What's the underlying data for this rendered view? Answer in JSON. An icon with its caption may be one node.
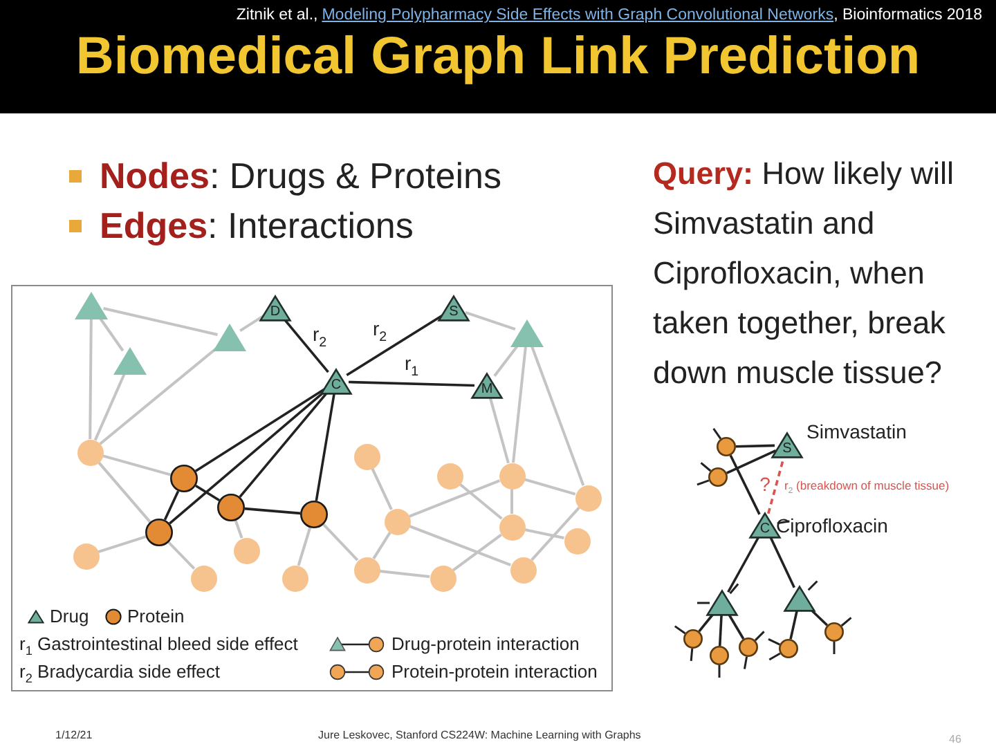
{
  "diagram": {
    "title": "Biomedical Graph Link Prediction",
    "nodes": [
      {
        "text": [],
        "shape": "triangle"
      },
      {
        "text": [
          "D"
        ]
      },
      {
        "text": [
          "S"
        ]
      },
      {
        "text": [],
        "shape": "triangle"
      },
      {
        "text": [],
        "shape": "triangle"
      },
      {
        "text": [],
        "shape": "triangle"
      },
      {
        "text": [
          "C"
        ]
      },
      {
        "text": [
          "M"
        ]
      },
      {
        "text": [],
        "shape": "circle"
      },
      {
        "text": [],
        "shape": "circle"
      },
      {
        "text": [],
        "shape": "circle"
      },
      {
        "text": [],
        "shape": "circle"
      },
      {
        "text": [],
        "shape": "circle"
      },
      {
        "text": [],
        "shape": "circle"
      },
      {
        "text": [],
        "shape": "circle"
      },
      {
        "text": [],
        "shape": "circle"
      },
      {
        "text": [],
        "shape": "circle"
      },
      {
        "text": [],
        "shape": "circle"
      },
      {
        "text": [],
        "shape": "circle"
      },
      {
        "text": [],
        "shape": "circle"
      },
      {
        "text": [],
        "shape": "circle"
      },
      {
        "text": [],
        "shape": "circle"
      },
      {
        "text": [],
        "shape": "circle"
      },
      {
        "text": [],
        "shape": "circle"
      },
      {
        "text": [],
        "shape": "circle"
      },
      {
        "text": [],
        "shape": "circle"
      },
      {
        "text": [],
        "shape": "circle"
      },
      {
        "text": [
          "S"
        ],
        "beside": [
          "Simvastatin"
        ]
      },
      {
        "text": [],
        "shape": "circle"
      },
      {
        "text": [],
        "shape": "circle"
      },
      {
        "text": [
          "C"
        ],
        "beside": [
          "Ciprofloxacin"
        ]
      },
      {
        "text": [],
        "shape": "triangle"
      },
      {
        "text": [],
        "shape": "triangle"
      },
      {
        "text": [],
        "shape": "circle"
      },
      {
        "text": [],
        "shape": "circle"
      },
      {
        "text": [],
        "shape": "circle"
      },
      {
        "text": [],
        "shape": "circle"
      },
      {
        "text": [],
        "shape": "circle"
      }
    ],
    "edges": [
      {
        "from": 0,
        "to": 3,
        "arrow": "none"
      },
      {
        "from": 0,
        "to": 4,
        "arrow": "none"
      },
      {
        "from": 0,
        "to": 8,
        "arrow": "none"
      },
      {
        "from": 3,
        "to": 8,
        "arrow": "none"
      },
      {
        "from": 4,
        "to": 8,
        "arrow": "none"
      },
      {
        "from": 4,
        "to": 1,
        "arrow": "none"
      },
      {
        "from": 2,
        "to": 5,
        "arrow": "none"
      },
      {
        "from": 5,
        "to": 7,
        "arrow": "none"
      },
      {
        "from": 5,
        "to": 11,
        "arrow": "none"
      },
      {
        "from": 5,
        "to": 13,
        "arrow": "none"
      },
      {
        "from": 7,
        "to": 11,
        "arrow": "none"
      },
      {
        "from": 8,
        "to": 12,
        "arrow": "none"
      },
      {
        "from": 8,
        "to": 18,
        "arrow": "none"
      },
      {
        "from": 18,
        "to": 24,
        "arrow": "none"
      },
      {
        "from": 18,
        "to": 21,
        "arrow": "none"
      },
      {
        "from": 14,
        "to": 20,
        "arrow": "none"
      },
      {
        "from": 15,
        "to": 25,
        "arrow": "none"
      },
      {
        "from": 15,
        "to": 22,
        "arrow": "none"
      },
      {
        "from": 9,
        "to": 16,
        "arrow": "none"
      },
      {
        "from": 16,
        "to": 11,
        "arrow": "none"
      },
      {
        "from": 10,
        "to": 17,
        "arrow": "none"
      },
      {
        "from": 11,
        "to": 17,
        "arrow": "none"
      },
      {
        "from": 11,
        "to": 13,
        "arrow": "none"
      },
      {
        "from": 17,
        "to": 19,
        "arrow": "none"
      },
      {
        "from": 17,
        "to": 26,
        "arrow": "none"
      },
      {
        "from": 16,
        "to": 23,
        "arrow": "none"
      },
      {
        "from": 13,
        "to": 23,
        "arrow": "none"
      },
      {
        "from": 22,
        "to": 26,
        "arrow": "none"
      },
      {
        "from": 22,
        "to": 16,
        "arrow": "none"
      },
      {
        "from": 1,
        "to": 6,
        "arrow": "none",
        "label": "r$_{2}$",
        "color": "#222222"
      },
      {
        "from": 2,
        "to": 6,
        "arrow": "none",
        "label": "r$_{2}$",
        "color": "#222222"
      },
      {
        "from": 6,
        "to": 7,
        "arrow": "none",
        "label": "r$_{1}$",
        "color": "#222222"
      },
      {
        "from": 6,
        "to": 12,
        "arrow": "none",
        "color": "#222222"
      },
      {
        "from": 6,
        "to": 18,
        "arrow": "none",
        "color": "#222222"
      },
      {
        "from": 6,
        "to": 14,
        "arrow": "none",
        "color": "#222222"
      },
      {
        "from": 6,
        "to": 15,
        "arrow": "none",
        "color": "#222222"
      },
      {
        "from": 12,
        "to": 18,
        "arrow": "none",
        "color": "#222222"
      },
      {
        "from": 12,
        "to": 14,
        "arrow": "none",
        "color": "#222222"
      },
      {
        "from": 14,
        "to": 15,
        "arrow": "none",
        "color": "#222222"
      },
      {
        "from": 28,
        "to": 27,
        "arrow": "none",
        "color": "#222222"
      },
      {
        "from": 29,
        "to": 27,
        "arrow": "none",
        "color": "#222222"
      },
      {
        "from": 28,
        "to": 30,
        "arrow": "none",
        "color": "#222222"
      },
      {
        "from": 30,
        "to": 27,
        "arrow": "none",
        "label": "?",
        "style": "dashed",
        "color": "#d9534f"
      },
      {
        "from": 30,
        "to": 31,
        "arrow": "none",
        "color": "#222222"
      },
      {
        "from": 30,
        "to": 32,
        "arrow": "none",
        "color": "#222222"
      },
      {
        "from": 31,
        "to": 33,
        "arrow": "none",
        "color": "#222222"
      },
      {
        "from": 31,
        "to": 34,
        "arrow": "none",
        "color": "#222222"
      },
      {
        "from": 31,
        "to": 35,
        "arrow": "none",
        "color": "#222222"
      },
      {
        "from": 32,
        "to": 36,
        "arrow": "none",
        "color": "#222222"
      },
      {
        "from": 32,
        "to": 37,
        "arrow": "none",
        "color": "#222222"
      }
    ],
    "labels": [
      "Zitnik et al.,",
      "Modeling Polypharmacy Side Effects with Graph Convolutional Networks",
      ", Bioinformatics 2018",
      "**Nodes**: Drugs & Proteins",
      "**Edges**: Interactions",
      "**Query:** How likely will Simvastatin and Ciprofloxacin, when taken together, break down muscle tissue?",
      "r$_{2}$ (breakdown of muscle tissue)",
      "1/12/21",
      "Jure Leskovec, Stanford CS224W: Machine Learning with Graphs",
      "46"
    ],
    "legend": [
      {
        "text": "Drug"
      },
      {
        "text": "Protein"
      },
      {
        "text": "r$_{1}$ Gastrointestinal bleed side effect"
      },
      {
        "text": "Drug-protein interaction"
      },
      {
        "text": "r$_{2}$ Bradycardia side effect"
      },
      {
        "text": "Protein-protein interaction"
      }
    ]
  }
}
